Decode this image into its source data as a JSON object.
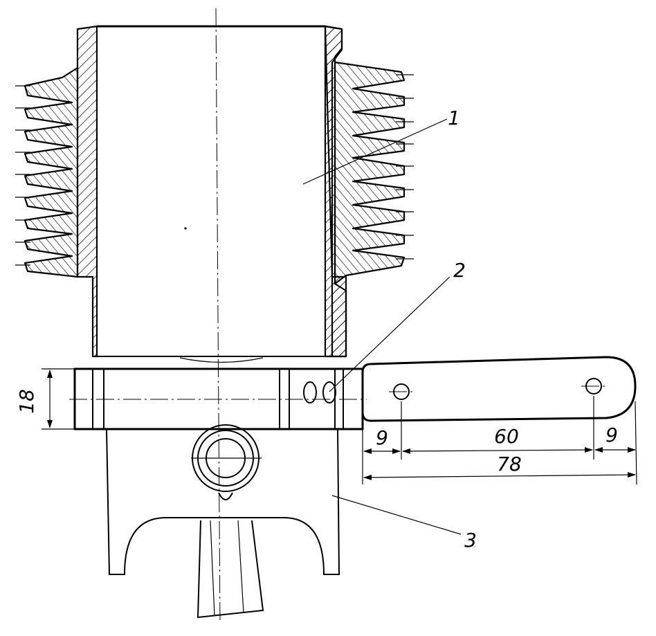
{
  "drawing": {
    "callouts": [
      "1",
      "2",
      "3"
    ],
    "dimensions": {
      "height": "18",
      "left_offset": "9",
      "hole_spacing": "60",
      "right_offset": "9",
      "overall": "78"
    }
  },
  "colors": {
    "ink": "#000000",
    "paper": "#ffffff"
  }
}
